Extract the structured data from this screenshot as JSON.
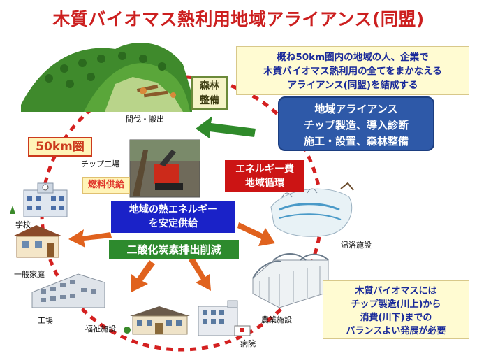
{
  "title": "木質バイオマス熱利用地域アライアンス(同盟)",
  "top_note": {
    "lines": [
      "概ね50km圏内の地域の人、企業で",
      "木質バイオマス熱利用の全てをまかなえる",
      "アライアンス(同盟)を結成する"
    ]
  },
  "alliance_box": {
    "lines": [
      "地域アライアンス",
      "チップ製造、導入診断",
      "施工・設置、森林整備"
    ]
  },
  "forest_box": {
    "lines": [
      "森林",
      "整備"
    ]
  },
  "zone_box": {
    "label": "50km圏"
  },
  "fuel_box": {
    "label": "燃料供給"
  },
  "energy_box": {
    "lines": [
      "エネルギー費",
      "地域循環"
    ]
  },
  "heat_box": {
    "lines": [
      "地域の熱エネルギー",
      "を安定供給"
    ]
  },
  "co2_box": {
    "label": "二酸化炭素排出削減"
  },
  "bottom_note": {
    "lines": [
      "木質バイオマスには",
      "チップ製造(川上)から",
      "消費(川下)までの",
      "バランスよい発展が必要"
    ]
  },
  "labels": {
    "thinning": "間伐・搬出",
    "chip_factory": "チップ工場",
    "school": "学校",
    "home": "一般家庭",
    "factory": "工場",
    "welfare": "福祉施設",
    "hospital": "病院",
    "farm": "農業施設",
    "bath": "温浴施設"
  },
  "colors": {
    "title": "#cc1f1f",
    "circle": "#d42020",
    "arrow": "#e0621e",
    "green_arrow": "#2f8a2a",
    "alliance_bg": "#2e59a8",
    "heat_bg": "#1a22c8",
    "energy_bg": "#cc1414",
    "co2_bg": "#2d8a2d"
  }
}
